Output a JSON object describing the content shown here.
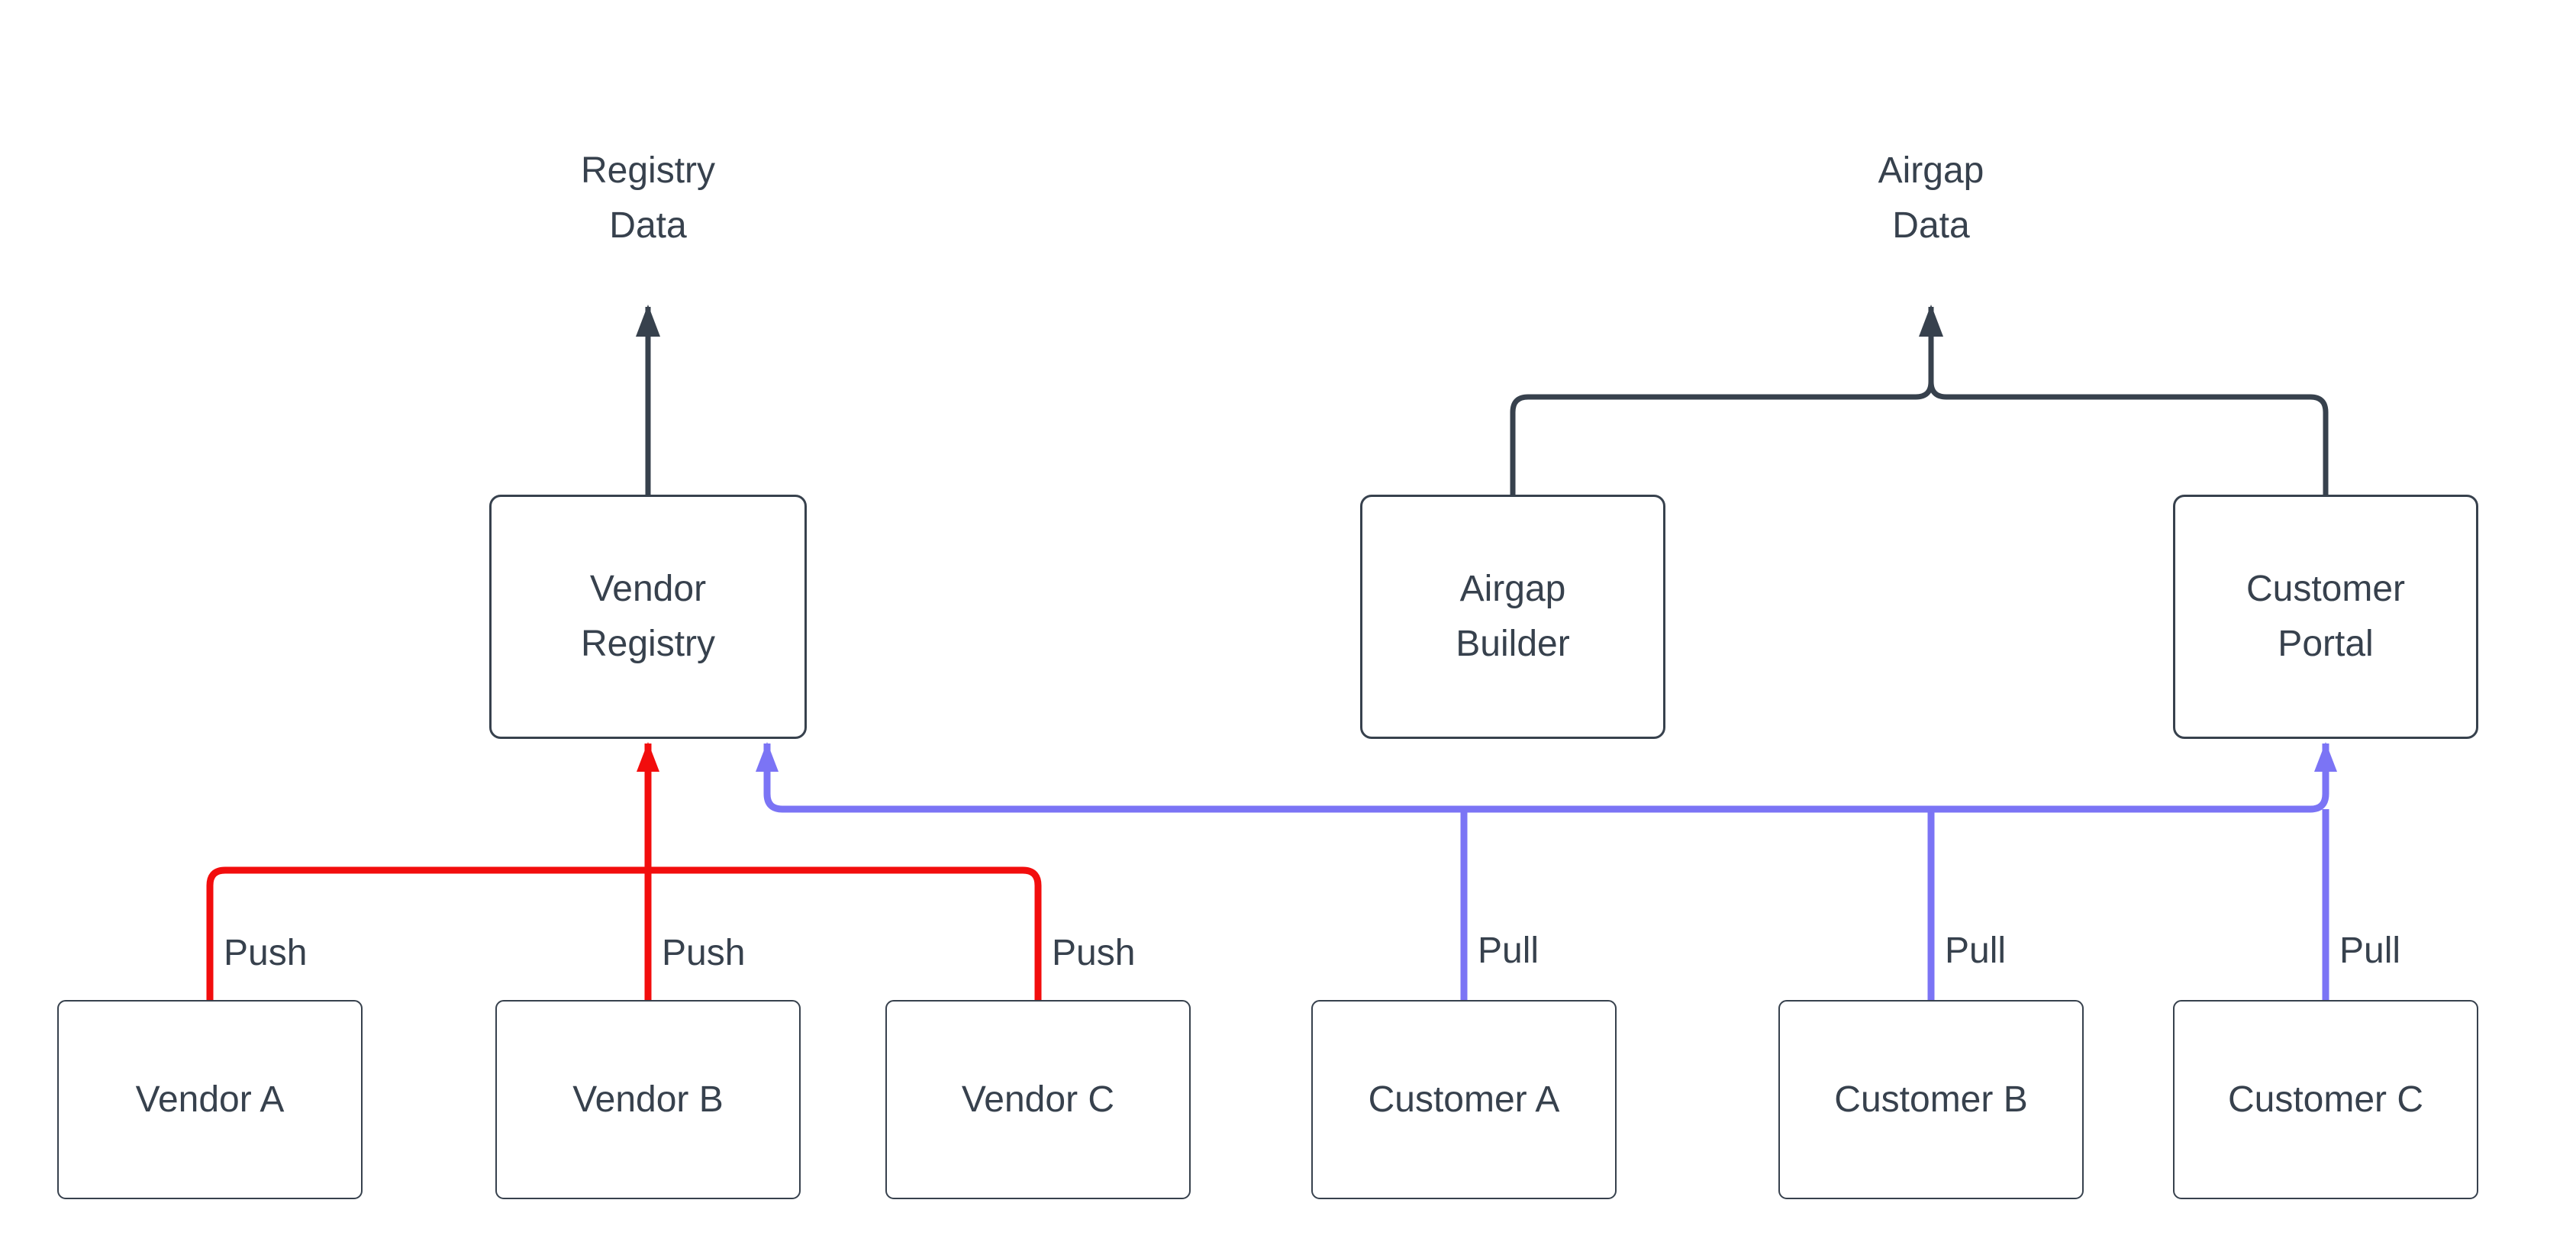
{
  "diagram": {
    "colors": {
      "ink": "#37414d",
      "push": "#f20d0d",
      "pull": "#7b74f5",
      "bg": "#ffffff"
    },
    "nodes": {
      "registry_data": {
        "label": "Registry\nData",
        "shape": "cylinder"
      },
      "airgap_data": {
        "label": "Airgap\nData",
        "shape": "cylinder"
      },
      "vendor_registry": {
        "label": "Vendor\nRegistry",
        "shape": "box"
      },
      "airgap_builder": {
        "label": "Airgap\nBuilder",
        "shape": "box"
      },
      "customer_portal": {
        "label": "Customer\nPortal",
        "shape": "box"
      },
      "vendor_a": {
        "label": "Vendor A",
        "shape": "box"
      },
      "vendor_b": {
        "label": "Vendor B",
        "shape": "box"
      },
      "vendor_c": {
        "label": "Vendor C",
        "shape": "box"
      },
      "customer_a": {
        "label": "Customer A",
        "shape": "box"
      },
      "customer_b": {
        "label": "Customer B",
        "shape": "box"
      },
      "customer_c": {
        "label": "Customer C",
        "shape": "box"
      }
    },
    "edges": [
      {
        "from": "vendor_a",
        "to": "vendor_registry",
        "label": "Push",
        "color_role": "push"
      },
      {
        "from": "vendor_b",
        "to": "vendor_registry",
        "label": "Push",
        "color_role": "push"
      },
      {
        "from": "vendor_c",
        "to": "vendor_registry",
        "label": "Push",
        "color_role": "push"
      },
      {
        "from": "customer_a",
        "to": "vendor_registry",
        "label": "Pull",
        "color_role": "pull"
      },
      {
        "from": "customer_b",
        "to": "vendor_registry",
        "label": "Pull",
        "color_role": "pull"
      },
      {
        "from": "customer_c",
        "to": "customer_portal",
        "label": "Pull",
        "color_role": "pull"
      },
      {
        "from": "vendor_registry",
        "to": "registry_data",
        "label": "",
        "color_role": "flow"
      },
      {
        "from": "airgap_builder",
        "to": "airgap_data",
        "label": "",
        "color_role": "flow"
      },
      {
        "from": "customer_portal",
        "to": "airgap_data",
        "label": "",
        "color_role": "flow"
      }
    ]
  }
}
